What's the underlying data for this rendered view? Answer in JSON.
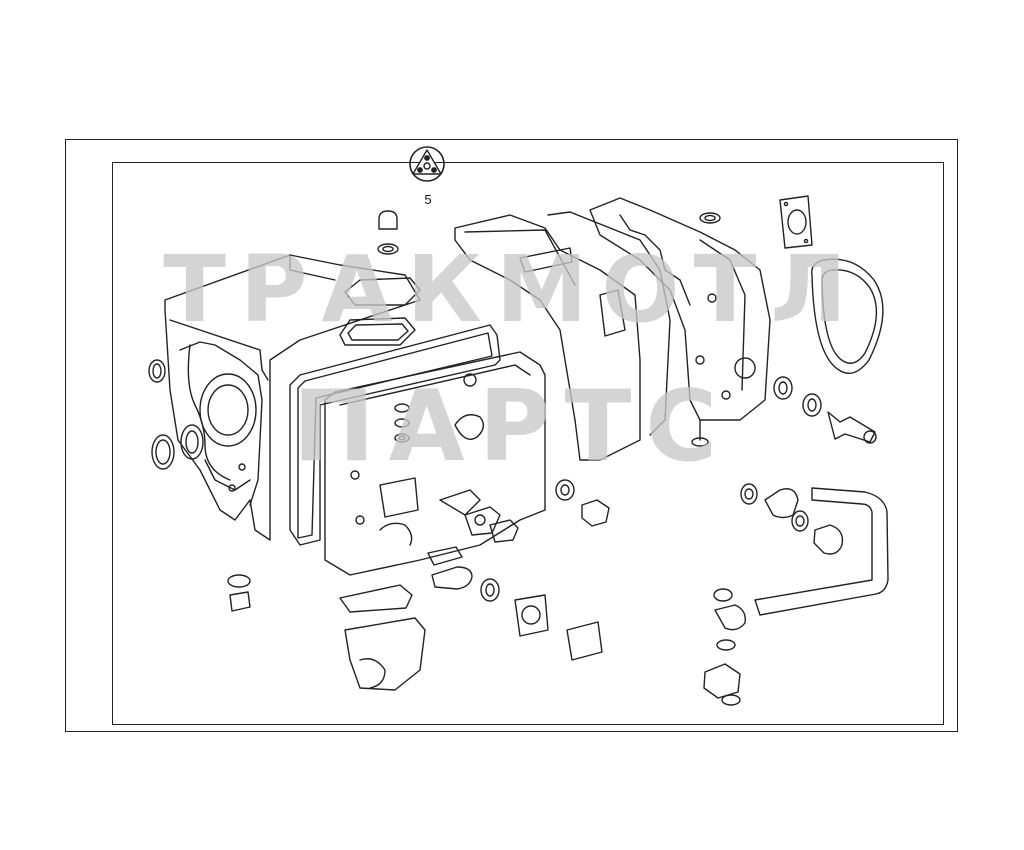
{
  "diagram": {
    "kit_number": "5",
    "symbol_icon": "triangle-in-circle-icon"
  },
  "watermark": {
    "line1": "ТРАКМОТЛ",
    "line2": "ПАРТС"
  },
  "colors": {
    "line": "#222222",
    "watermark": "#c8c8c8"
  }
}
